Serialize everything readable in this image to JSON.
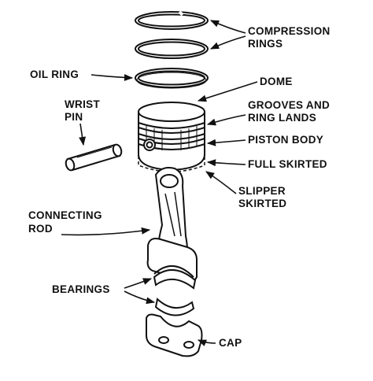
{
  "labels": {
    "compression_rings_1": "COMPRESSION",
    "compression_rings_2": "RINGS",
    "oil_ring": "OIL RING",
    "dome": "DOME",
    "wrist_pin_1": "WRIST",
    "wrist_pin_2": "PIN",
    "grooves_1": "GROOVES AND",
    "grooves_2": "RING LANDS",
    "piston_body": "PISTON BODY",
    "full_skirted": "FULL SKIRTED",
    "slipper_1": "SLIPPER",
    "slipper_2": "SKIRTED",
    "connecting_rod_1": "CONNECTING",
    "connecting_rod_2": "ROD",
    "bearings": "BEARINGS",
    "cap": "CAP"
  },
  "colors": {
    "ink": "#111111",
    "paper": "#ffffff",
    "shade": "#dcdcdc"
  }
}
